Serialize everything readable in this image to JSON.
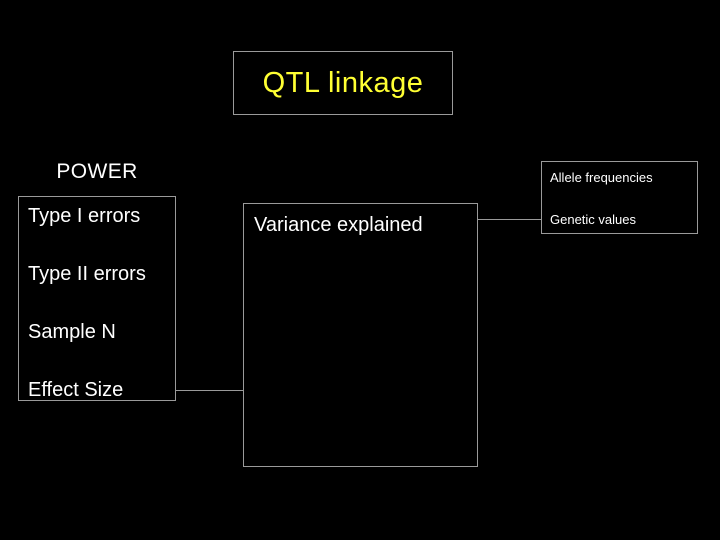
{
  "slide": {
    "background_color": "#000000",
    "title": {
      "text": "QTL linkage",
      "color": "#ffff33"
    },
    "power_group": {
      "caption": "POWER",
      "items": [
        {
          "label": "Type I errors"
        },
        {
          "label": "Type II errors"
        },
        {
          "label": "Sample N"
        },
        {
          "label": "Effect Size"
        }
      ]
    },
    "variance_group": {
      "items": [
        {
          "label": "Variance explained"
        }
      ]
    },
    "genetics_group": {
      "items": [
        {
          "label": "Allele frequencies"
        },
        {
          "label": "Genetic values"
        }
      ]
    },
    "colors": {
      "text": "#ffffff",
      "border": "#9a9a9a",
      "accent": "#ffff33"
    }
  }
}
